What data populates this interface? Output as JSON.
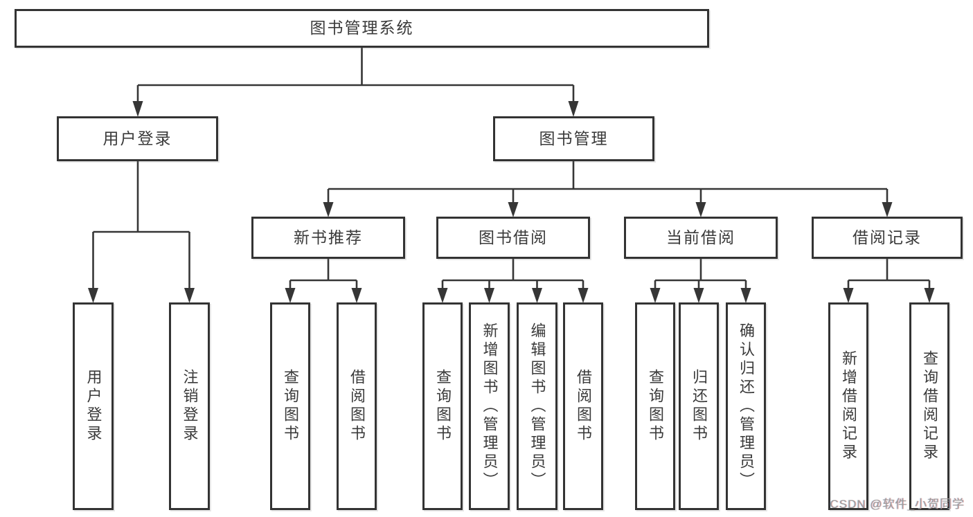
{
  "tree": {
    "root": {
      "label": "图书管理系统"
    },
    "branches": [
      {
        "label": "用户登录",
        "leaves": [
          {
            "label": "用户登录"
          },
          {
            "label": "注销登录"
          }
        ]
      },
      {
        "label": "图书管理",
        "groups": [
          {
            "label": "新书推荐",
            "leaves": [
              {
                "label": "查询图书"
              },
              {
                "label": "借阅图书"
              }
            ]
          },
          {
            "label": "图书借阅",
            "leaves": [
              {
                "label": "查询图书"
              },
              {
                "label": "新增图书（管理员）"
              },
              {
                "label": "编辑图书（管理员）"
              },
              {
                "label": "借阅图书"
              }
            ]
          },
          {
            "label": "当前借阅",
            "leaves": [
              {
                "label": "查询图书"
              },
              {
                "label": "归还图书"
              },
              {
                "label": "确认归还（管理员）"
              }
            ]
          },
          {
            "label": "借阅记录",
            "leaves": [
              {
                "label": "新增借阅记录"
              },
              {
                "label": "查询借阅记录"
              }
            ]
          }
        ]
      }
    ]
  },
  "watermark": {
    "text": "CSDN @软件_小贺同学"
  },
  "colors": {
    "line": "#363636",
    "border": "#333333",
    "text": "#3a3a3a",
    "background": "#ffffff",
    "watermark_text": "#9b9b9b"
  }
}
